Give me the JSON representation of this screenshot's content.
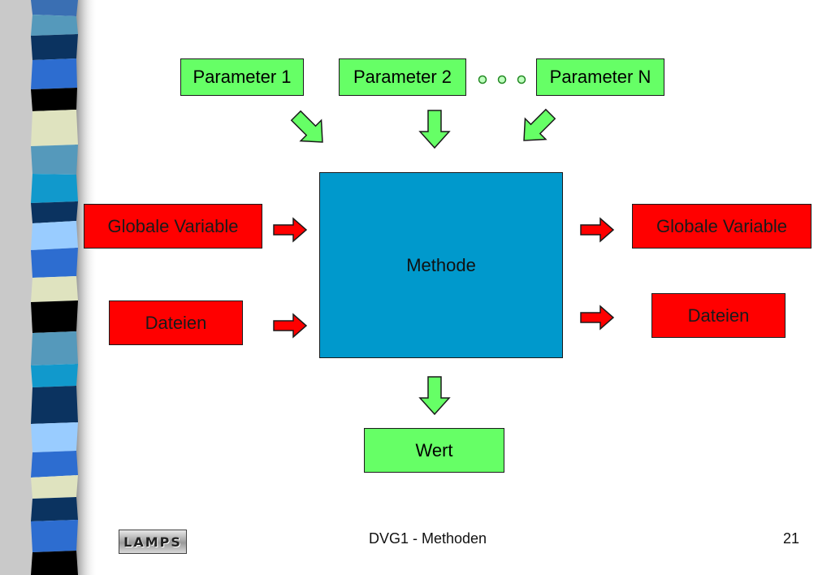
{
  "diagram": {
    "parameters": [
      "Parameter 1",
      "Parameter 2",
      "Parameter N"
    ],
    "method": "Methode",
    "inputs": [
      "Globale Variable",
      "Dateien"
    ],
    "outputs": [
      "Globale Variable",
      "Dateien"
    ],
    "result": "Wert"
  },
  "footer": {
    "logo_label": "LAMPS",
    "title": "DVG1 - Methoden",
    "page_number": "21"
  },
  "colors": {
    "parameter_box": "#66ff66",
    "io_box": "#ff0000",
    "method_box": "#0099cc",
    "flow_arrow_green": "#66ff66",
    "flow_arrow_red": "#ff0000"
  }
}
